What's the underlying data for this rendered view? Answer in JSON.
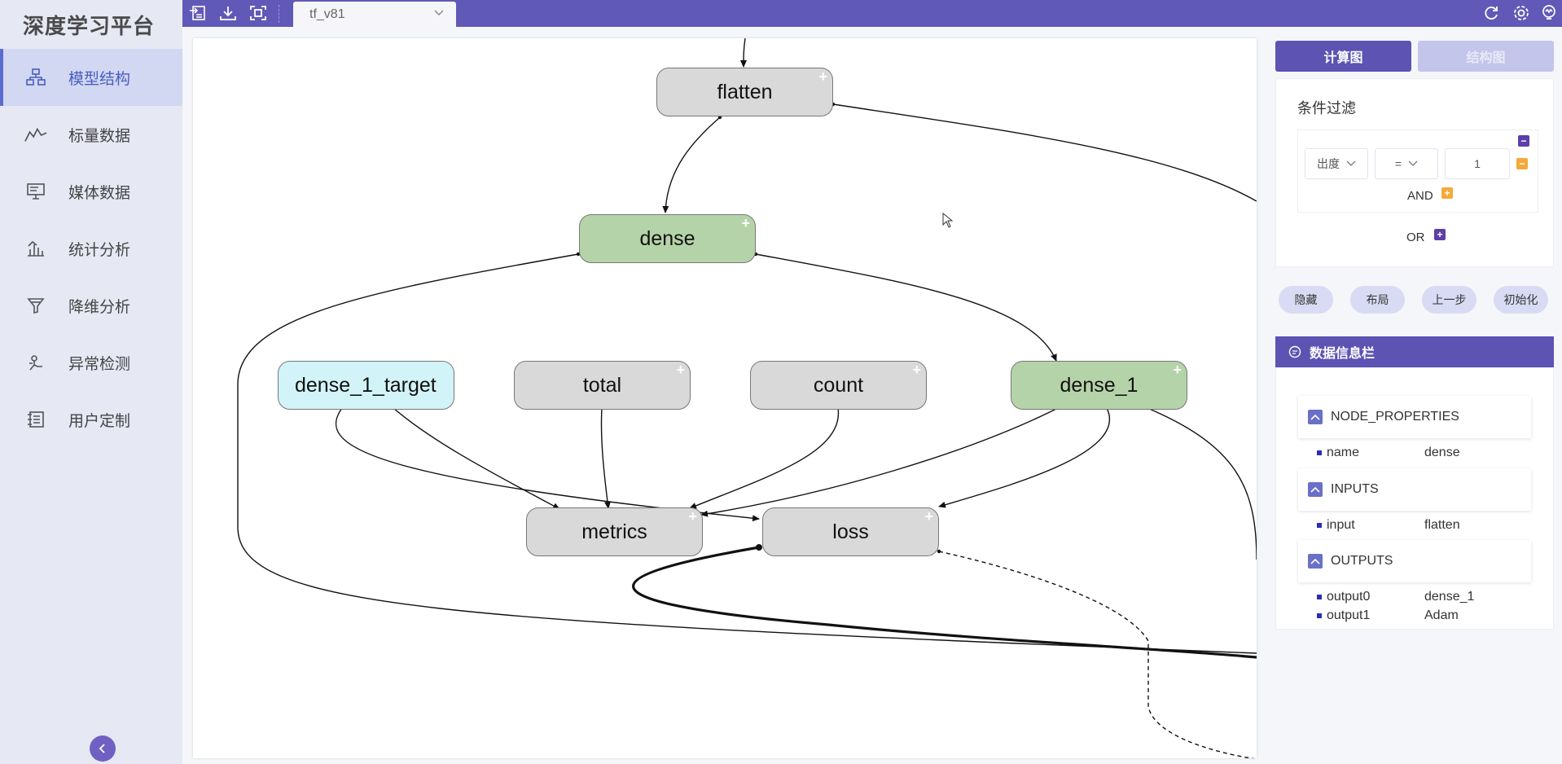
{
  "sidebar": {
    "brand": "深度学习平台",
    "items": [
      {
        "label": "模型结构",
        "icon": "model-structure-icon",
        "active": true
      },
      {
        "label": "标量数据",
        "icon": "line-chart-icon",
        "active": false
      },
      {
        "label": "媒体数据",
        "icon": "monitor-icon",
        "active": false
      },
      {
        "label": "统计分析",
        "icon": "bar-chart-icon",
        "active": false
      },
      {
        "label": "降维分析",
        "icon": "funnel-icon",
        "active": false
      },
      {
        "label": "异常检测",
        "icon": "anomaly-icon",
        "active": false
      },
      {
        "label": "用户定制",
        "icon": "custom-icon",
        "active": false
      }
    ]
  },
  "toolbar": {
    "tab_label": "tf_v81",
    "icons": [
      "import-icon",
      "download-icon",
      "fit-screen-icon",
      "refresh-icon",
      "settings-icon",
      "bulb-icon"
    ]
  },
  "graph": {
    "nodes": {
      "flatten": "flatten",
      "dense": "dense",
      "dense_1_target": "dense_1_target",
      "total": "total",
      "count": "count",
      "dense_1": "dense_1",
      "metrics": "metrics",
      "loss": "loss"
    }
  },
  "panel": {
    "tab_compute": "计算图",
    "tab_structure": "结构图",
    "filter_title": "条件过滤",
    "filter_field": "出度",
    "filter_op": "=",
    "filter_value": "1",
    "and_label": "AND",
    "or_label": "OR",
    "buttons": {
      "hide": "隐藏",
      "layout": "布局",
      "prev": "上一步",
      "init": "初始化"
    },
    "info_title": "数据信息栏",
    "sections": {
      "node_properties": "NODE_PROPERTIES",
      "inputs": "INPUTS",
      "outputs": "OUTPUTS"
    },
    "properties": {
      "name_key": "name",
      "name_val": "dense",
      "input_key": "input",
      "input_val": "flatten",
      "output0_key": "output0",
      "output0_val": "dense_1",
      "output1_key": "output1",
      "output1_val": "Adam"
    }
  },
  "colors": {
    "accent": "#6159b8",
    "node_gray": "#d9d9d9",
    "node_green": "#b5d3a8",
    "node_cyan": "#d2f3f8"
  }
}
